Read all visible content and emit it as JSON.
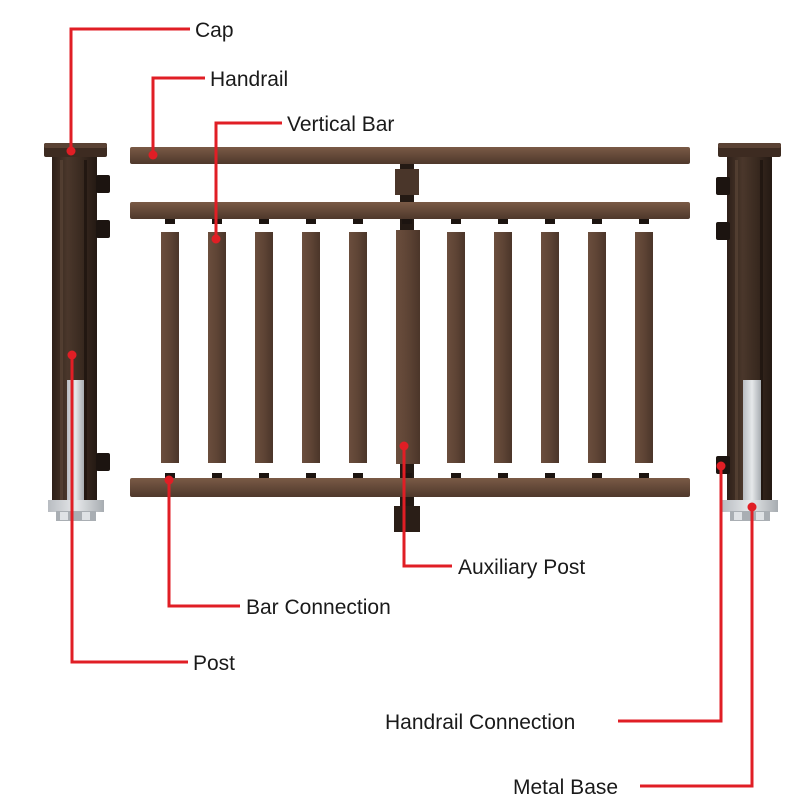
{
  "colors": {
    "wood": "#5e4435",
    "wood_dark": "#3e2c22",
    "wood_light": "#7a5a46",
    "post_body": "#3a2a20",
    "metal": "#c9cdd1",
    "metal_dark": "#8f959b",
    "pointer": "#e01e25"
  },
  "labels": {
    "cap": "Cap",
    "handrail": "Handrail",
    "vertical_bar": "Vertical Bar",
    "auxiliary_post": "Auxiliary Post",
    "bar_connection": "Bar Connection",
    "post": "Post",
    "handrail_connection": "Handrail Connection",
    "metal_base": "Metal Base"
  }
}
